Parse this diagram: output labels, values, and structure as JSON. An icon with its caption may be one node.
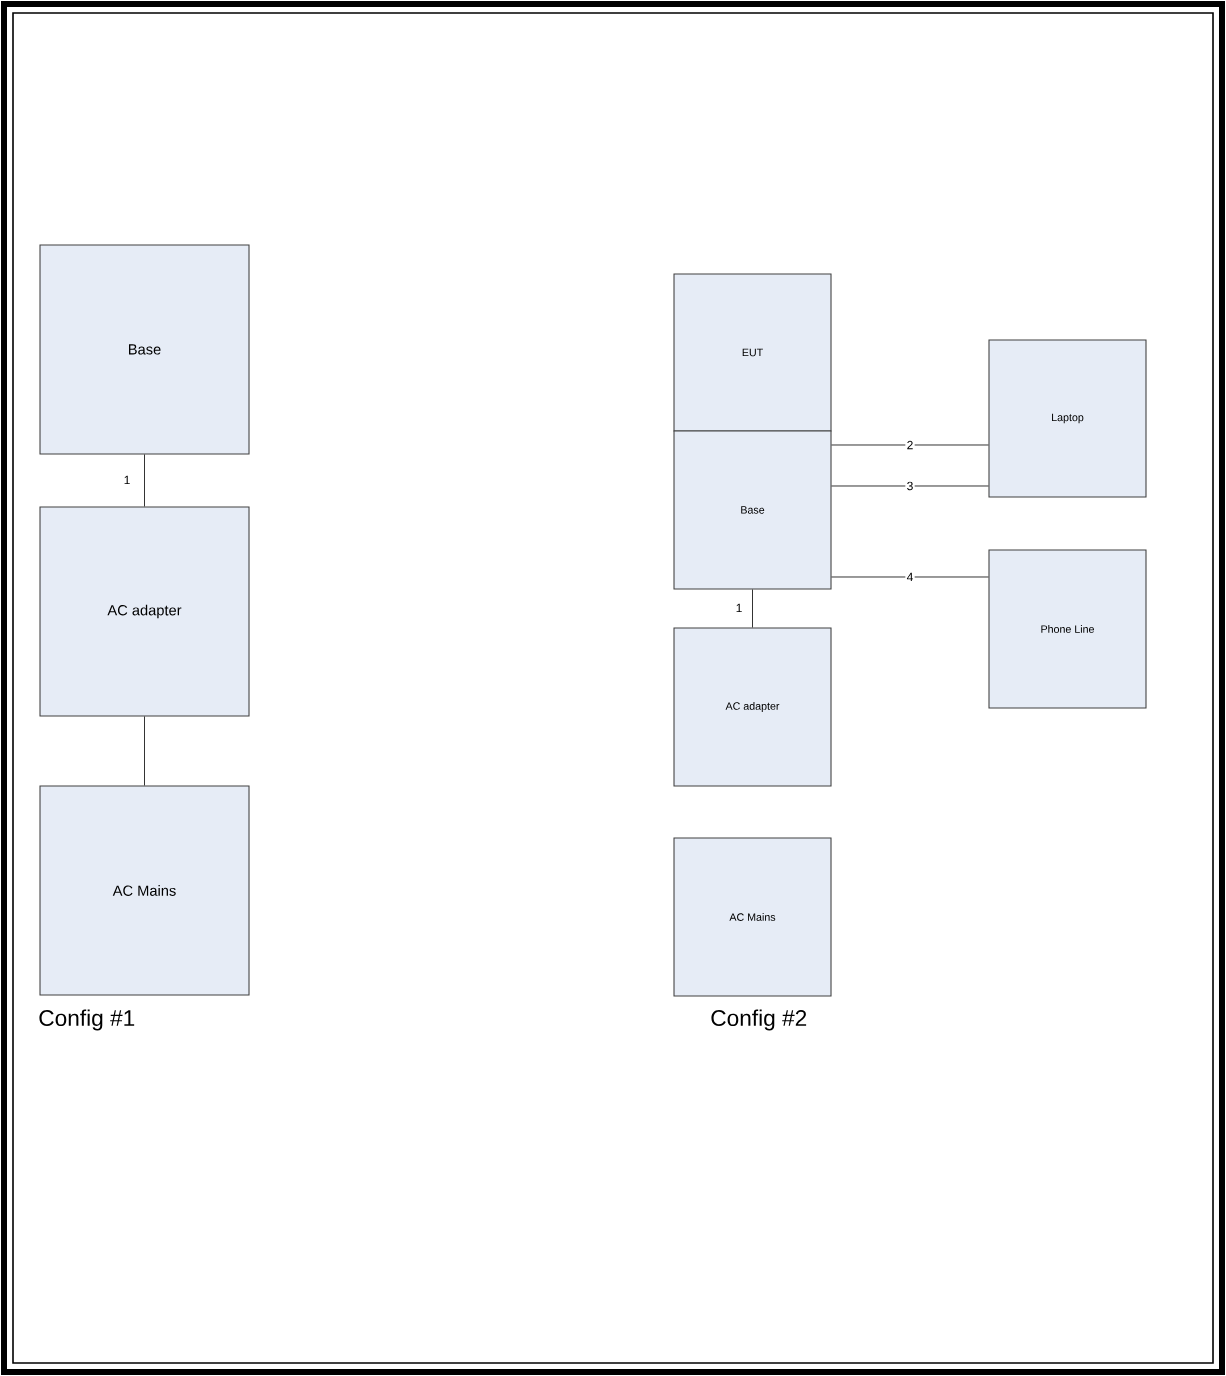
{
  "diagram": {
    "nodes": [
      {
        "text": [
          "Base"
        ]
      },
      {
        "text": [
          "AC adapter"
        ]
      },
      {
        "text": [
          "AC Mains"
        ]
      },
      {
        "text": [
          "EUT"
        ]
      },
      {
        "text": [
          "Base"
        ]
      },
      {
        "text": [
          "AC adapter"
        ]
      },
      {
        "text": [
          "AC Mains"
        ]
      },
      {
        "text": [
          "Laptop"
        ]
      },
      {
        "text": [
          "Phone Line"
        ]
      }
    ],
    "edges": [
      {
        "from": 0,
        "to": 1,
        "arrow": "none",
        "label": "1"
      },
      {
        "from": 1,
        "to": 2,
        "arrow": "none"
      },
      {
        "from": 4,
        "to": 5,
        "arrow": "none",
        "label": "1"
      },
      {
        "from": 4,
        "to": 7,
        "arrow": "none",
        "label": "2"
      },
      {
        "from": 4,
        "to": 7,
        "arrow": "none",
        "label": "3"
      },
      {
        "from": 4,
        "to": 8,
        "arrow": "none",
        "label": "4"
      }
    ],
    "labels": [
      "Config #1",
      "Config #2"
    ]
  }
}
